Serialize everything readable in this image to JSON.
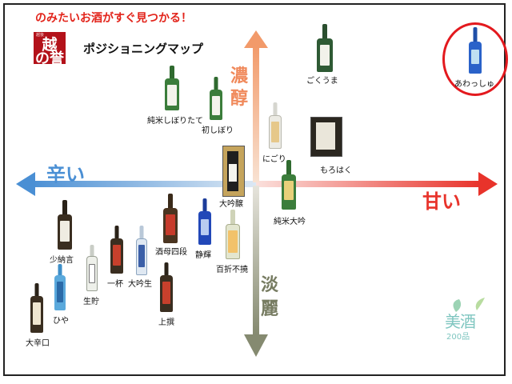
{
  "header": {
    "tagline": "のみたいお酒がすぐ見つかる！",
    "logo_text_top": "越",
    "logo_text_bottom": "の誉",
    "title": "ポジショニングマップ"
  },
  "axes": {
    "rich": "濃醇",
    "light": "淡麗",
    "dry": "辛い",
    "sweet": "甘い"
  },
  "colors": {
    "tagline": "#e2231a",
    "highlight_circle": "#e3191e",
    "dry_arrow": "#4a8fd4",
    "sweet_arrow": "#e8332b",
    "rich_arrow": "#f0a070",
    "light_arrow": "#858a70"
  },
  "products": [
    {
      "id": "gokuuma",
      "label": "ごくうま"
    },
    {
      "id": "awasshu",
      "label": "あわっしゅ"
    },
    {
      "id": "junmai-shiboritate",
      "label": "純米しぼりたて"
    },
    {
      "id": "hatsushibori",
      "label": "初しぼり"
    },
    {
      "id": "nigori",
      "label": "にごり"
    },
    {
      "id": "morohaku",
      "label": "もろはく"
    },
    {
      "id": "daiginjo",
      "label": "大吟醸"
    },
    {
      "id": "junmai-daiginjo",
      "label": "純米大吟"
    },
    {
      "id": "shumo-yondan",
      "label": "酒母四段"
    },
    {
      "id": "seiki",
      "label": "静輝"
    },
    {
      "id": "hyakusetsu-fuetsu",
      "label": "百折不撓"
    },
    {
      "id": "shonagon",
      "label": "少納言"
    },
    {
      "id": "ikkon",
      "label": "一杯"
    },
    {
      "id": "daiginnama",
      "label": "大吟生"
    },
    {
      "id": "kichou",
      "label": "生貯"
    },
    {
      "id": "hiya",
      "label": "ひや"
    },
    {
      "id": "jousen",
      "label": "上撰"
    },
    {
      "id": "ookarakuchi",
      "label": "大辛口"
    }
  ],
  "brand_mark": {
    "text_main": "美酒",
    "text_sub": "200品"
  }
}
